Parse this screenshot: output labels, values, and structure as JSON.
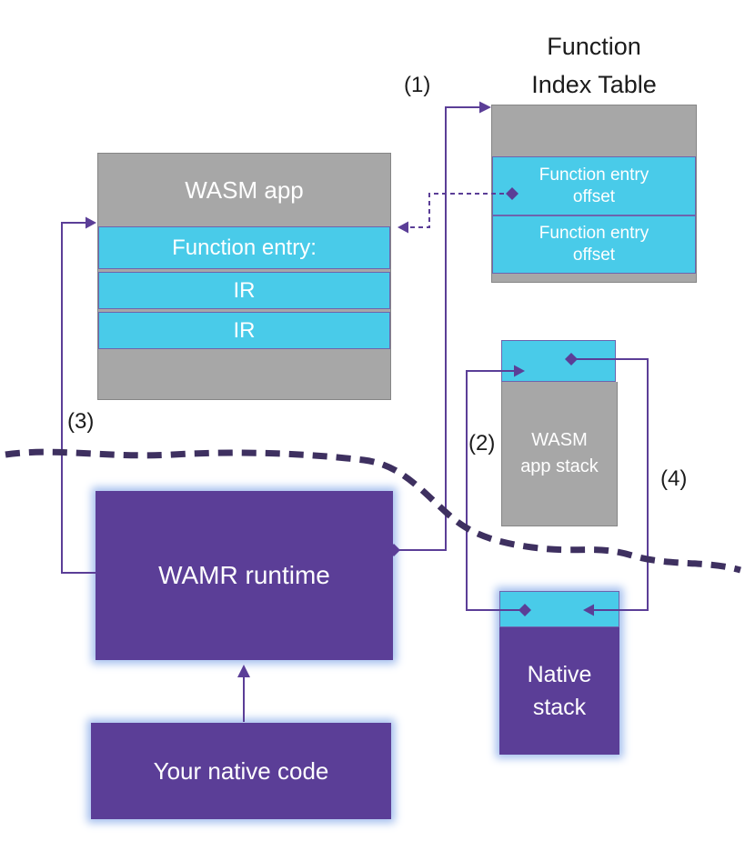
{
  "theme": {
    "gray": "#A7A7A7",
    "cyan": "#49CBE9",
    "purple": "#5B3E97",
    "darkline": "#3E3060",
    "connector": "#5B3E97",
    "glow": "#A3BEEE",
    "textdark": "#1B1B1B",
    "textlight": "#FFFFFF"
  },
  "function_index_table": {
    "title_line1": "Function",
    "title_line2": "Index Table",
    "row1": "Function entry offset",
    "row2": "Function entry offset"
  },
  "wasm_app": {
    "header": "WASM app",
    "function_entry": "Function entry:",
    "ir1": "IR",
    "ir2": "IR"
  },
  "wasm_app_stack": {
    "label": "WASM app stack"
  },
  "native_stack": {
    "label": "Native stack"
  },
  "wamr_runtime": {
    "label": "WAMR runtime"
  },
  "your_native_code": {
    "label": "Your native code"
  },
  "flow_labels": {
    "step1": "(1)",
    "step2": "(2)",
    "step3": "(3)",
    "step4": "(4)"
  }
}
